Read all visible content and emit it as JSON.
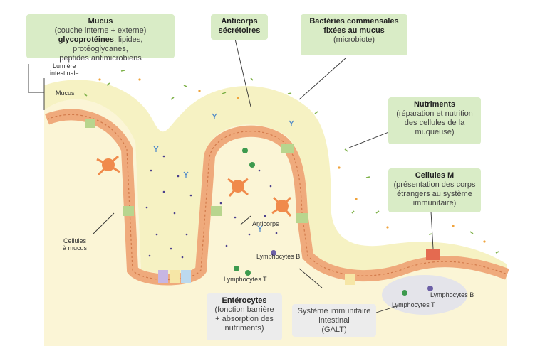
{
  "boxes": {
    "mucus": {
      "title": "Mucus",
      "line1": "(couche interne + externe)",
      "bold2": "glycoprotéines",
      "line2_rest": ", lipides, protéoglycanes,",
      "line3": "peptides antimicrobiens"
    },
    "anticorps": {
      "title1": "Anticorps",
      "title2": "sécrétoires"
    },
    "bacteries": {
      "title1": "Bactéries commensales",
      "title2": "fixées au mucus",
      "line1": "(microbiote)"
    },
    "nutriments": {
      "title": "Nutriments",
      "line1": "(réparation et nutrition",
      "line2": "des cellules de la",
      "line3": "muqueuse)"
    },
    "cellules_m": {
      "title": "Cellules M",
      "line1": "(présentation des corps",
      "line2": "étrangers au système",
      "line3": "immunitaire)"
    },
    "enterocytes": {
      "title": "Entérocytes",
      "line1": "(fonction barrière",
      "line2": "+ absorption des",
      "line3": "nutriments)"
    },
    "systeme": {
      "line1": "Système immunitaire",
      "line2": "intestinal",
      "line3": "(GALT)"
    }
  },
  "labels": {
    "lumiere1": "Lumière",
    "lumiere2": "intestinale",
    "mucus": "Mucus",
    "cellules_mucus1": "Cellules",
    "cellules_mucus2": "à mucus",
    "anticorps": "Anticorps",
    "lymph_b1": "Lymphocytes B",
    "lymph_t1": "Lymphocytes T",
    "lymph_b2": "Lymphocytes B",
    "lymph_t2": "Lymphocytes T"
  },
  "colors": {
    "box_green": "#d9ecc6",
    "box_grey": "#ececec",
    "lamina": "#fbf5d6",
    "mucus_layer": "#f4f0b8",
    "epithelium": "#efaa7c",
    "epithelium_stroke": "#d27a4a",
    "m_cell": "#b8d58e",
    "dendritic": "#f08a4b",
    "lymph_green": "#3d9a4e",
    "lymph_purple": "#6c5fa6",
    "dots": "#4a3f8c"
  }
}
